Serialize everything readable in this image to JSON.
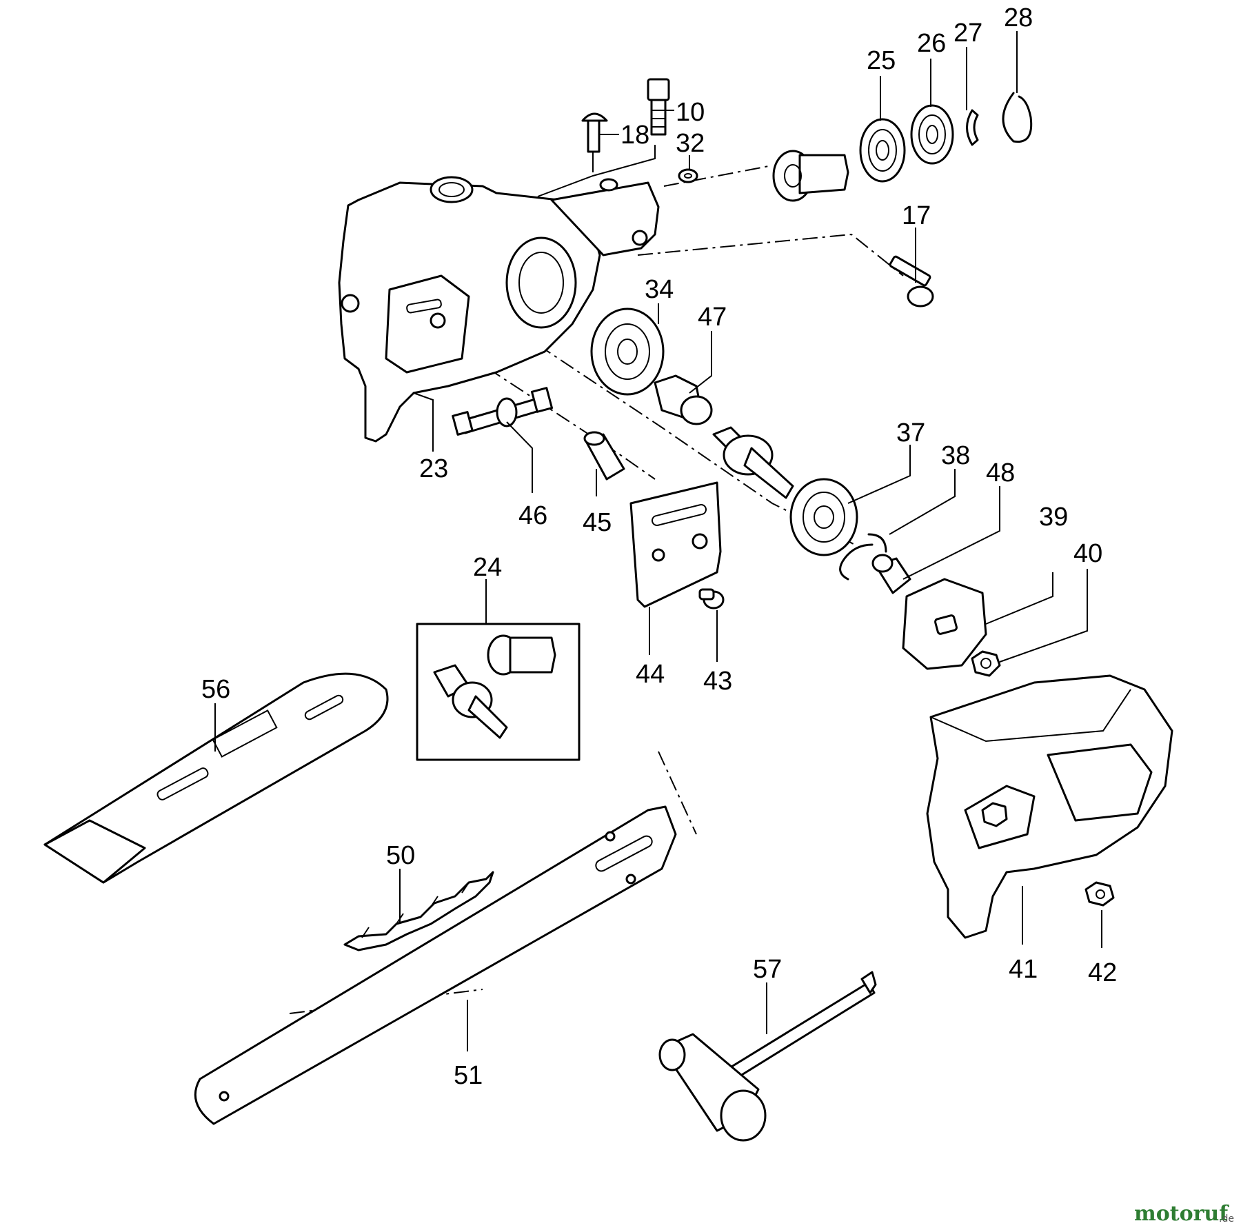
{
  "brand": {
    "text_main": "motoruf",
    "text_suffix": ".de",
    "color_main": "#2e7d32",
    "color_dot": "#c62828"
  },
  "callouts": [
    {
      "id": "c10",
      "text": "10"
    },
    {
      "id": "c17",
      "text": "17"
    },
    {
      "id": "c18",
      "text": "18"
    },
    {
      "id": "c23",
      "text": "23"
    },
    {
      "id": "c24",
      "text": "24"
    },
    {
      "id": "c25",
      "text": "25"
    },
    {
      "id": "c26",
      "text": "26"
    },
    {
      "id": "c27",
      "text": "27"
    },
    {
      "id": "c28",
      "text": "28"
    },
    {
      "id": "c32",
      "text": "32"
    },
    {
      "id": "c34",
      "text": "34"
    },
    {
      "id": "c37",
      "text": "37"
    },
    {
      "id": "c38",
      "text": "38"
    },
    {
      "id": "c39",
      "text": "39"
    },
    {
      "id": "c40",
      "text": "40"
    },
    {
      "id": "c41",
      "text": "41"
    },
    {
      "id": "c42",
      "text": "42"
    },
    {
      "id": "c43",
      "text": "43"
    },
    {
      "id": "c44",
      "text": "44"
    },
    {
      "id": "c45",
      "text": "45"
    },
    {
      "id": "c46",
      "text": "46"
    },
    {
      "id": "c47",
      "text": "47"
    },
    {
      "id": "c48",
      "text": "48"
    },
    {
      "id": "c50",
      "text": "50"
    },
    {
      "id": "c51",
      "text": "51"
    },
    {
      "id": "c56",
      "text": "56"
    },
    {
      "id": "c57",
      "text": "57"
    }
  ]
}
